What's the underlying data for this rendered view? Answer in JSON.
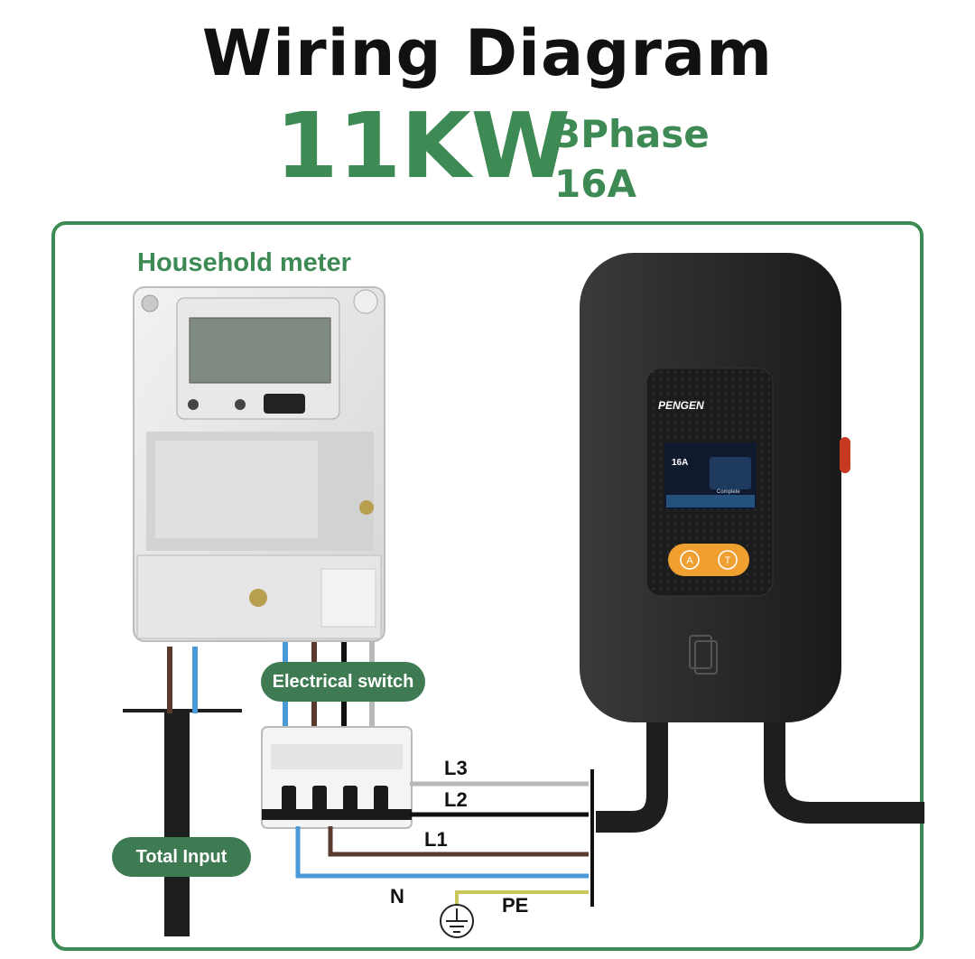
{
  "header": {
    "title": "Wiring Diagram",
    "power": "11KW",
    "phase": "3Phase",
    "current": "16A"
  },
  "labels": {
    "household_meter": "Household meter",
    "electrical_switch": "Electrical switch",
    "total_input": "Total Input"
  },
  "wires": {
    "l3": "L3",
    "l2": "L2",
    "l1": "L1",
    "n": "N",
    "pe": "PE"
  },
  "charger": {
    "brand": "PENGEN",
    "screen_current": "16A",
    "screen_status": "Complete",
    "button_a": "A",
    "button_t": "T"
  },
  "colors": {
    "accent": "#3e8a55",
    "pill": "#3e7a52",
    "brown": "#5a3a2c",
    "blue": "#4a9ad8",
    "grey": "#b8b8b8",
    "black": "#111111",
    "earth": "#c8c85a",
    "button": "#f0a030"
  },
  "icons": {
    "ground": "ground-icon",
    "nfc": "nfc-card-icon"
  }
}
